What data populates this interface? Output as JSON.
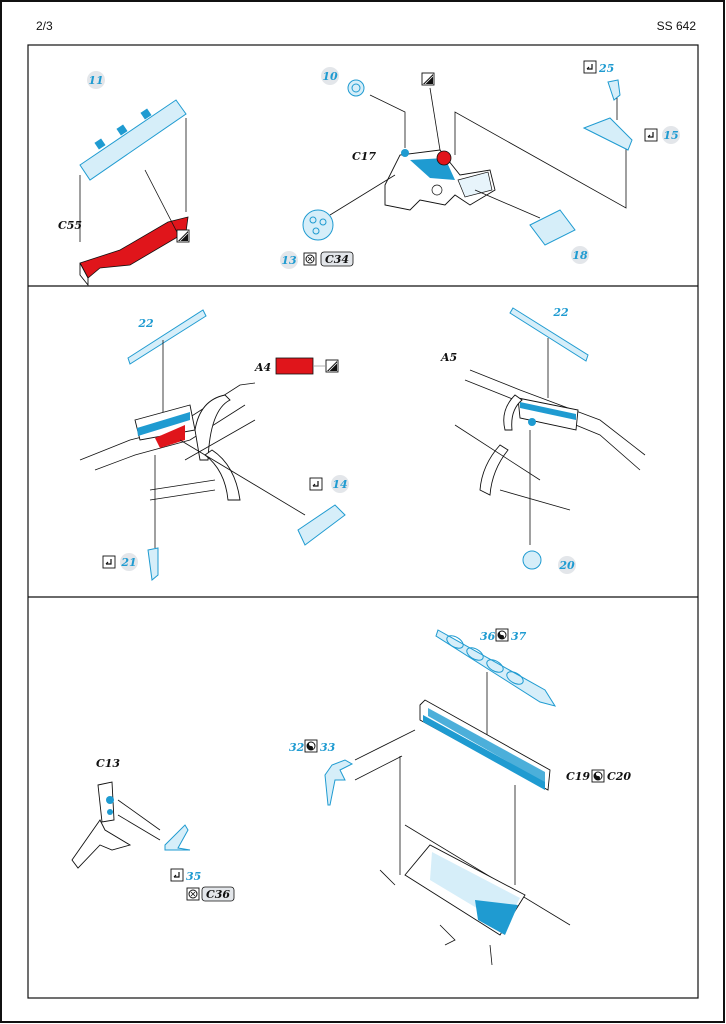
{
  "header": {
    "page": "2/3",
    "code": "SS 642"
  },
  "colors": {
    "etch_blue": "#1f9bd1",
    "paint_red": "#e0151b"
  },
  "step1": {
    "p11": "11",
    "c55": "C55",
    "p10": "10",
    "c17": "C17",
    "p13": "13",
    "c34": "C34",
    "p25": "25",
    "p15": "15",
    "p18": "18"
  },
  "step2": {
    "p22a": "22",
    "a4": "A4",
    "p14": "14",
    "p21": "21",
    "p22b": "22",
    "a5": "A5",
    "p20": "20"
  },
  "step3": {
    "p36": "36",
    "p37": "37",
    "p32": "32",
    "p33": "33",
    "c19": "C19",
    "c20": "C20",
    "c13": "C13",
    "p35": "35",
    "c36": "C36"
  },
  "icons": [
    "fold-check-icon",
    "paint-shade-icon",
    "left-right-icon",
    "remove-part-icon"
  ]
}
